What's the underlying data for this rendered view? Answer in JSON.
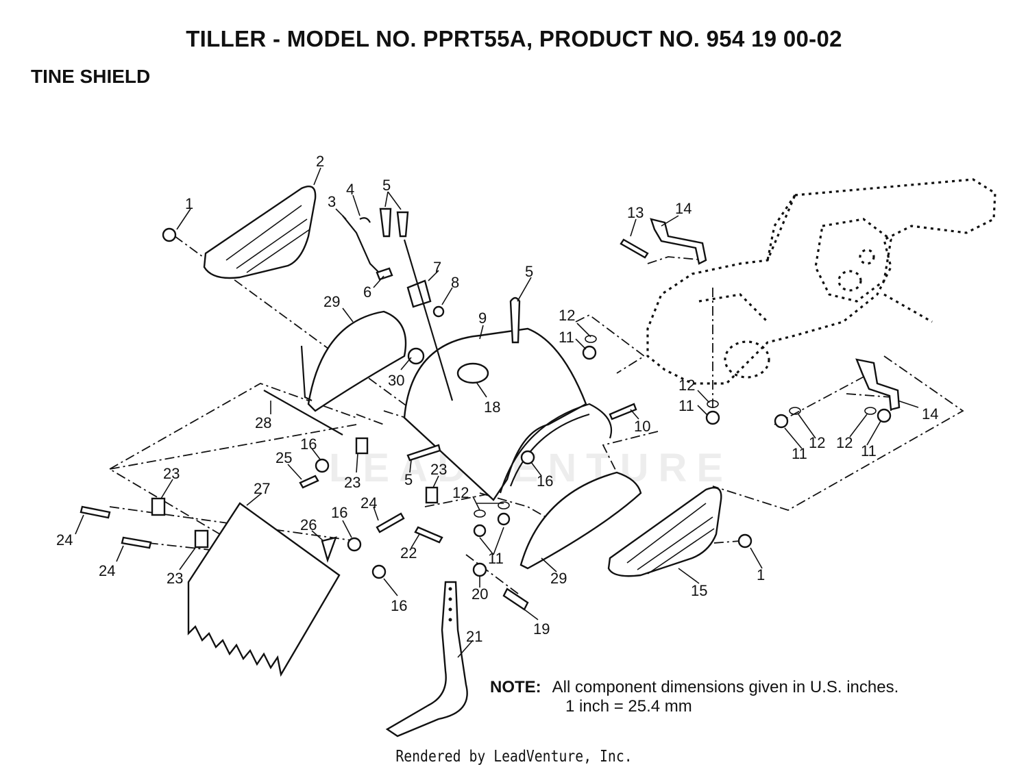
{
  "header": {
    "title": "TILLER - MODEL NO. PPRT55A, PRODUCT NO. 954 19 00-02",
    "subtitle": "TINE SHIELD"
  },
  "note": {
    "label": "NOTE:",
    "line1": "All component dimensions given in U.S. inches.",
    "line2": "1 inch = 25.4 mm"
  },
  "footer": {
    "text": "Rendered by LeadVenture, Inc."
  },
  "watermark": {
    "text": "LEADVENTURE"
  },
  "callouts": {
    "c1a": "1",
    "c2": "2",
    "c3": "3",
    "c4": "4",
    "c5a": "5",
    "c6": "6",
    "c7": "7",
    "c8": "8",
    "c29a": "29",
    "c9": "9",
    "c5b": "5",
    "c12a": "12",
    "c11a": "11",
    "c13": "13",
    "c14a": "14",
    "c30": "30",
    "c18": "18",
    "c28": "28",
    "c10": "10",
    "c12b": "12",
    "c11b": "11",
    "c14b": "14",
    "c12c": "12",
    "c11c": "11",
    "c12d": "12",
    "c11d": "11",
    "c16a": "16",
    "c25": "25",
    "c23a": "23",
    "c5c": "5",
    "c23b": "23",
    "c16b": "16",
    "c23c": "23",
    "c27": "27",
    "c12e": "12",
    "c24a": "24",
    "c24b": "24",
    "c26": "26",
    "c16c": "16",
    "c24c": "24",
    "c11e": "11",
    "c22": "22",
    "c29b": "29",
    "c15": "15",
    "c1b": "1",
    "c23d": "23",
    "c16d": "16",
    "c20": "20",
    "c19": "19",
    "c21": "21"
  }
}
